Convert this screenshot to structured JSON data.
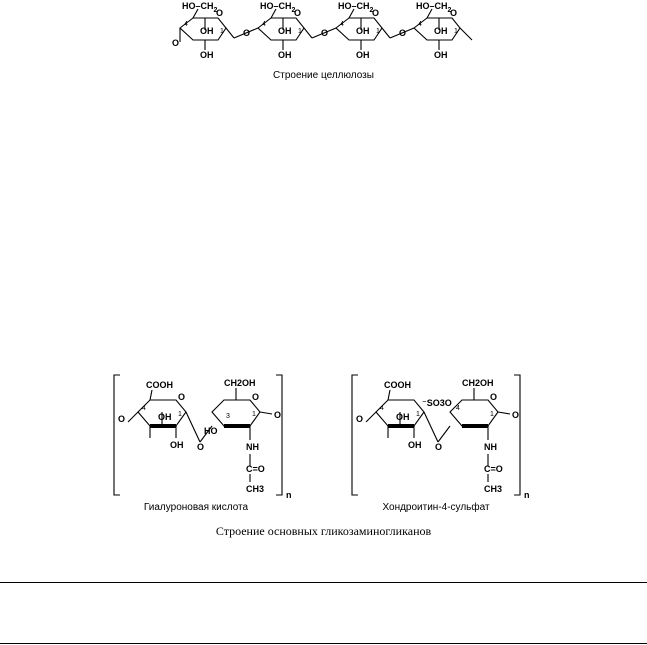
{
  "cellulose": {
    "caption": "Строение целлюлозы",
    "group_top": "HO–CH",
    "group_sub": "2",
    "hydroxyl": "OH",
    "ring_oxygen": "O",
    "bridge_oxygen": "O",
    "carbon_1": "1",
    "carbon_4": "4"
  },
  "gag": {
    "caption": "Строение основных гликозаминогликанов",
    "hyaluronic_name": "Гиалуроновая кислота",
    "chondroitin_name": "Хондроитин-4-сульфат",
    "repeat": "n",
    "cooh": "COOH",
    "ch2oh": "CH2OH",
    "oh": "OH",
    "ho": "HO",
    "nh": "NH",
    "c_eq_o": "C=O",
    "ch3": "CH3",
    "o": "O",
    "sulfate": "⁻SO3O",
    "carbon_1": "1",
    "carbon_3": "3",
    "carbon_4": "4"
  }
}
